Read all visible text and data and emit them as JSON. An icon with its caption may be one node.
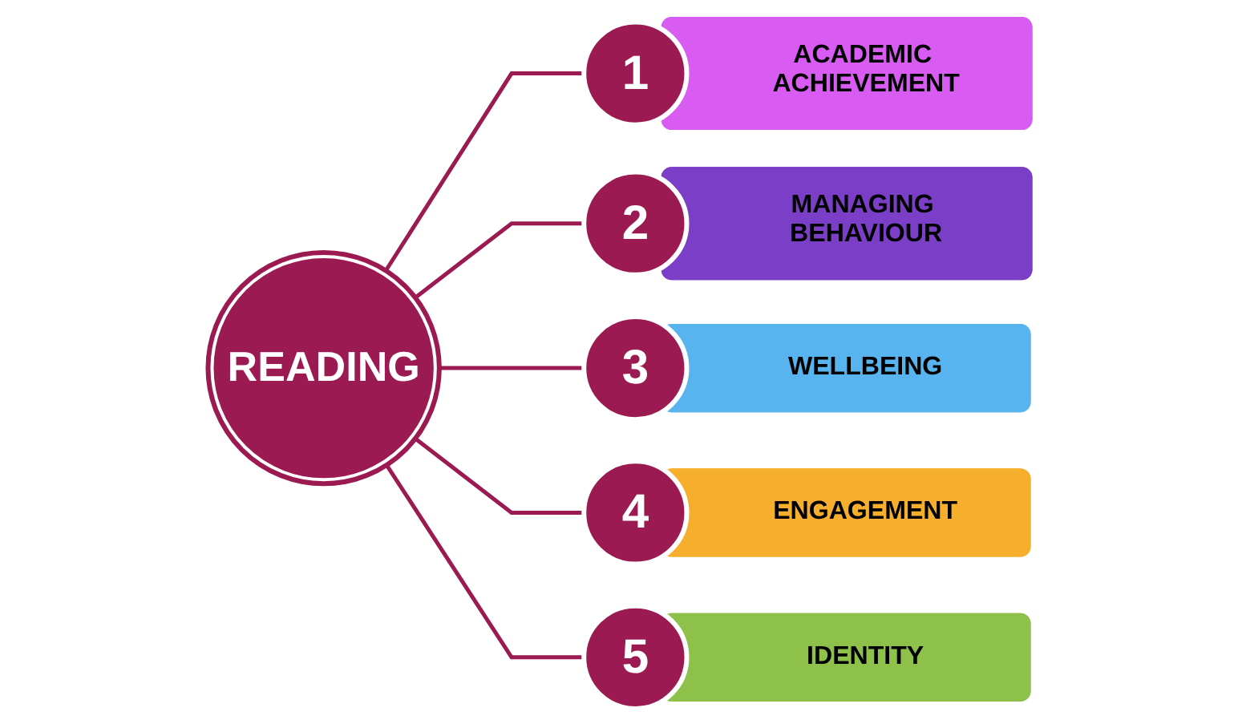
{
  "diagram": {
    "nodes": [
      {
        "text": [
          "READING"
        ]
      },
      {
        "text": [
          "1"
        ]
      },
      {
        "text": [
          "ACADEMIC ACHIEVEMENT"
        ]
      },
      {
        "text": [
          "2"
        ]
      },
      {
        "text": [
          "MANAGING BEHAVIOUR"
        ]
      },
      {
        "text": [
          "3"
        ]
      },
      {
        "text": [
          "WELLBEING"
        ]
      },
      {
        "text": [
          "4"
        ]
      },
      {
        "text": [
          "ENGAGEMENT"
        ]
      },
      {
        "text": [
          "5"
        ]
      },
      {
        "text": [
          "IDENTITY"
        ]
      }
    ],
    "edges": [
      {
        "from": 0,
        "to": 1,
        "arrow": "none"
      },
      {
        "from": 0,
        "to": 3,
        "arrow": "none"
      },
      {
        "from": 0,
        "to": 5,
        "arrow": "none"
      },
      {
        "from": 0,
        "to": 7,
        "arrow": "none"
      },
      {
        "from": 0,
        "to": 9,
        "arrow": "none"
      }
    ]
  }
}
